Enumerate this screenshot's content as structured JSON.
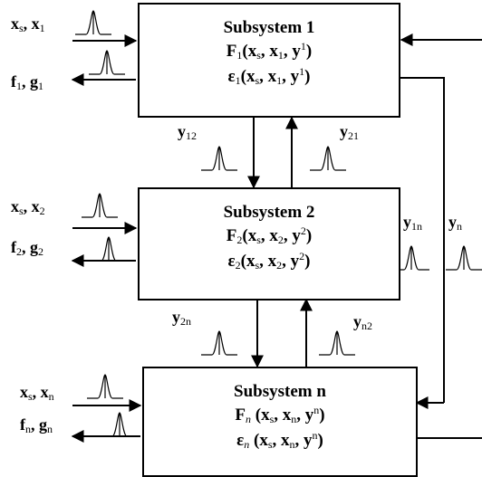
{
  "subsystems": [
    {
      "title": "Subsystem 1",
      "F_name": "F",
      "F_index": "1",
      "F_args": "(x",
      "eps_name": "ε",
      "eps_index": "1"
    },
    {
      "title": "Subsystem 2",
      "F_name": "F",
      "F_index": "2",
      "eps_name": "ε",
      "eps_index": "2"
    },
    {
      "title": "Subsystem n",
      "F_name": "F",
      "F_index": "n",
      "eps_name": "ε",
      "eps_index": "n"
    }
  ],
  "labels": {
    "in1_x": "x",
    "in1_s": "s",
    "in1_sep": ", x",
    "in1_i": "1",
    "out1_f": "f",
    "out1_i": "1",
    "out1_sep": ", g",
    "out1_j": "1",
    "in2_x": "x",
    "in2_s": "s",
    "in2_sep": ", x",
    "in2_i": "2",
    "out2_f": "f",
    "out2_i": "2",
    "out2_sep": ", g",
    "out2_j": "2",
    "inn_x": "x",
    "inn_s": "s",
    "inn_sep": ", x",
    "inn_i": "n",
    "outn_f": "f",
    "outn_i": "n",
    "outn_sep": ", g",
    "outn_j": "n",
    "y12": "y",
    "y12_s": "12",
    "y21": "y",
    "y21_s": "21",
    "y2n": "y",
    "y2n_s": "2n",
    "yn2": "y",
    "yn2_s": "n2",
    "y1n": "y",
    "y1n_s": "1n",
    "yn": "y",
    "yn_s": "n"
  },
  "args": {
    "xs": "x",
    "xs_s": "s",
    "x_name": "x",
    "y_name": "y",
    "open": "(",
    "close": ")",
    "comma": ", "
  }
}
